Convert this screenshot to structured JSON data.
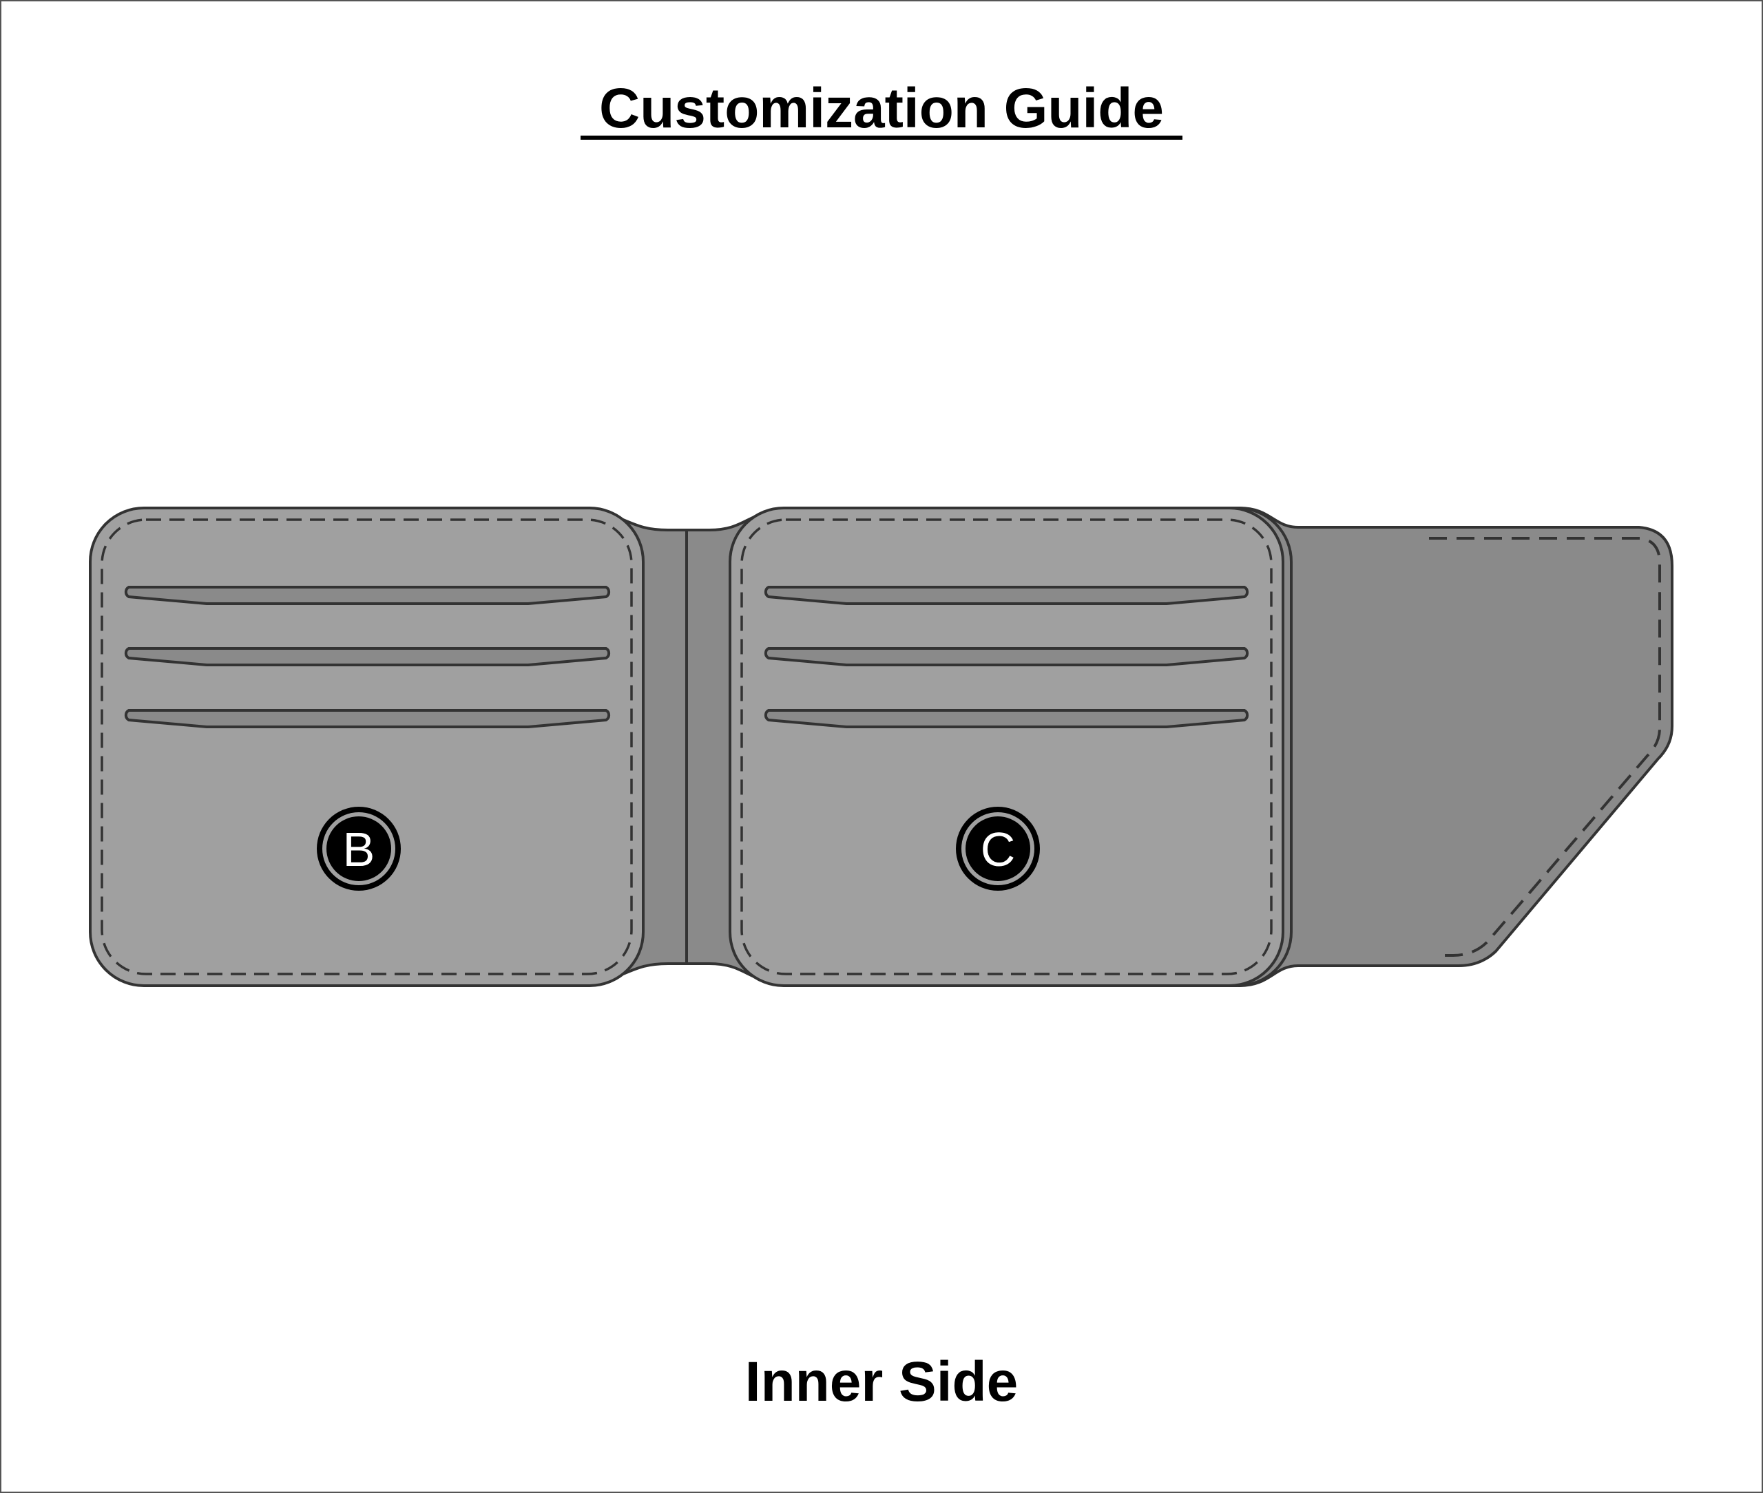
{
  "title": "Customization Guide",
  "caption": "Inner Side",
  "panels": [
    {
      "label": "B",
      "slots": 3
    },
    {
      "label": "C",
      "slots": 3
    }
  ],
  "colors": {
    "panel": "#a0a0a0",
    "dark": "#8a8a8a",
    "stroke": "#333333",
    "badge": "#000000"
  }
}
